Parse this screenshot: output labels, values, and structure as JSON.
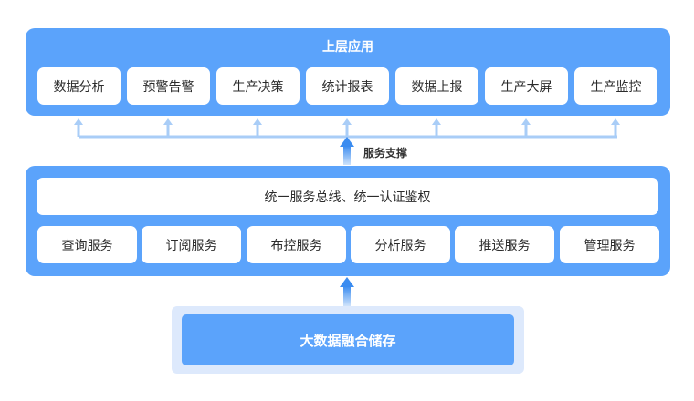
{
  "top_layer": {
    "title": "上层应用",
    "apps": [
      "数据分析",
      "预警告警",
      "生产决策",
      "统计报表",
      "数据上报",
      "生产大屏",
      "生产监控"
    ]
  },
  "support_label": "服务支撑",
  "middle_layer": {
    "bus": "统一服务总线、统一认证鉴权",
    "services": [
      "查询服务",
      "订阅服务",
      "布控服务",
      "分析服务",
      "推送服务",
      "管理服务"
    ]
  },
  "bottom_layer": {
    "title": "大数据融合储存"
  },
  "colors": {
    "panel": "#5ba3fb",
    "light_panel": "#dde9fc",
    "connector": "#a9cdf7",
    "arrow": "#3b8cf0"
  }
}
